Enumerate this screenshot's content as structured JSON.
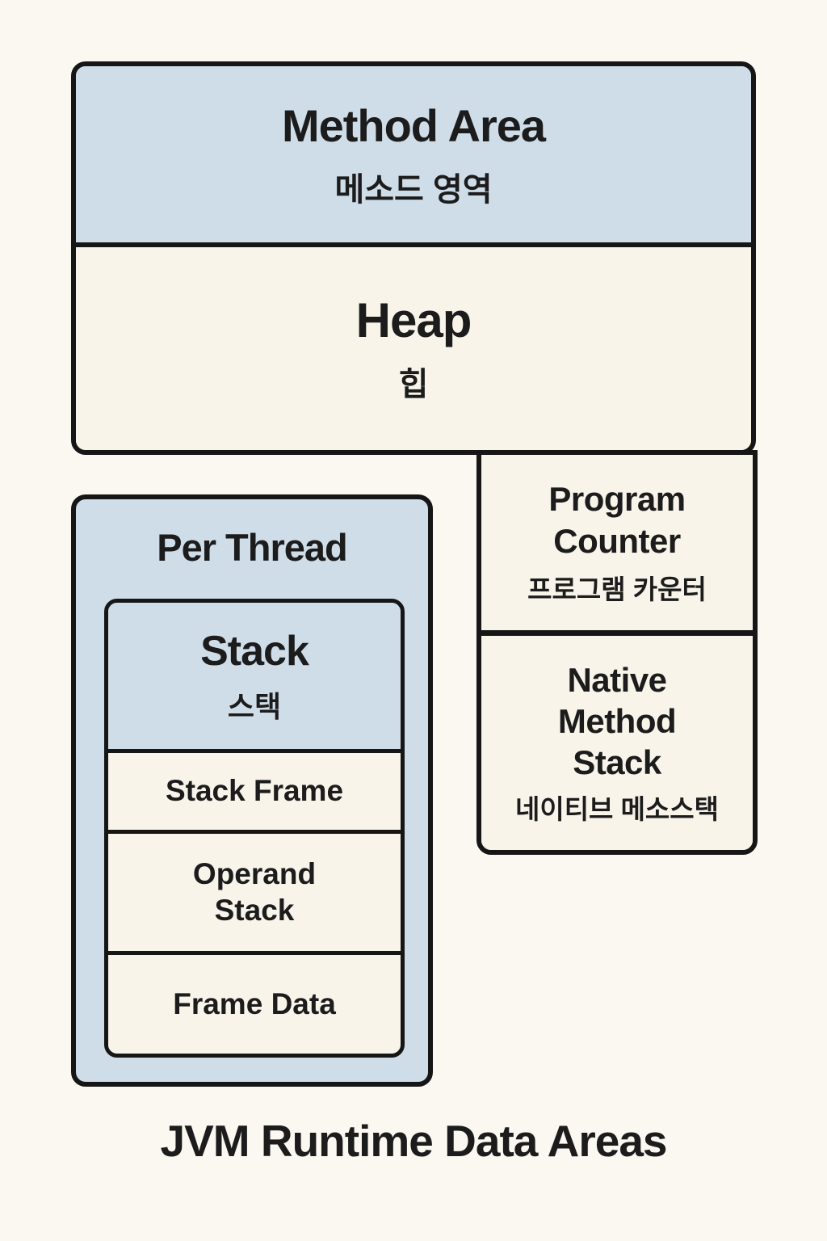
{
  "title": "JVM Runtime Data Areas",
  "colors": {
    "background": "#fbf8f1",
    "box_blue": "#cfdde9",
    "box_cream": "#f8f4ea",
    "border": "#161616",
    "text": "#1c1c1c"
  },
  "boxes": {
    "method_area": {
      "label": "Method Area",
      "label_ko": "메소드 영역"
    },
    "heap": {
      "label": "Heap",
      "label_ko": "힙"
    },
    "program_counter": {
      "label": "Program Counter",
      "label_ko": "프로그램 카운터"
    },
    "native_method_stack": {
      "label": "Native Method Stack",
      "label_ko": "네이티브 메소스택"
    },
    "per_thread": {
      "label": "Per Thread"
    },
    "stack": {
      "label": "Stack",
      "label_ko": "스택"
    },
    "stack_frame": {
      "label": "Stack Frame"
    },
    "operand_stack": {
      "label": "Operand Stack"
    },
    "frame_data": {
      "label": "Frame Data"
    }
  }
}
